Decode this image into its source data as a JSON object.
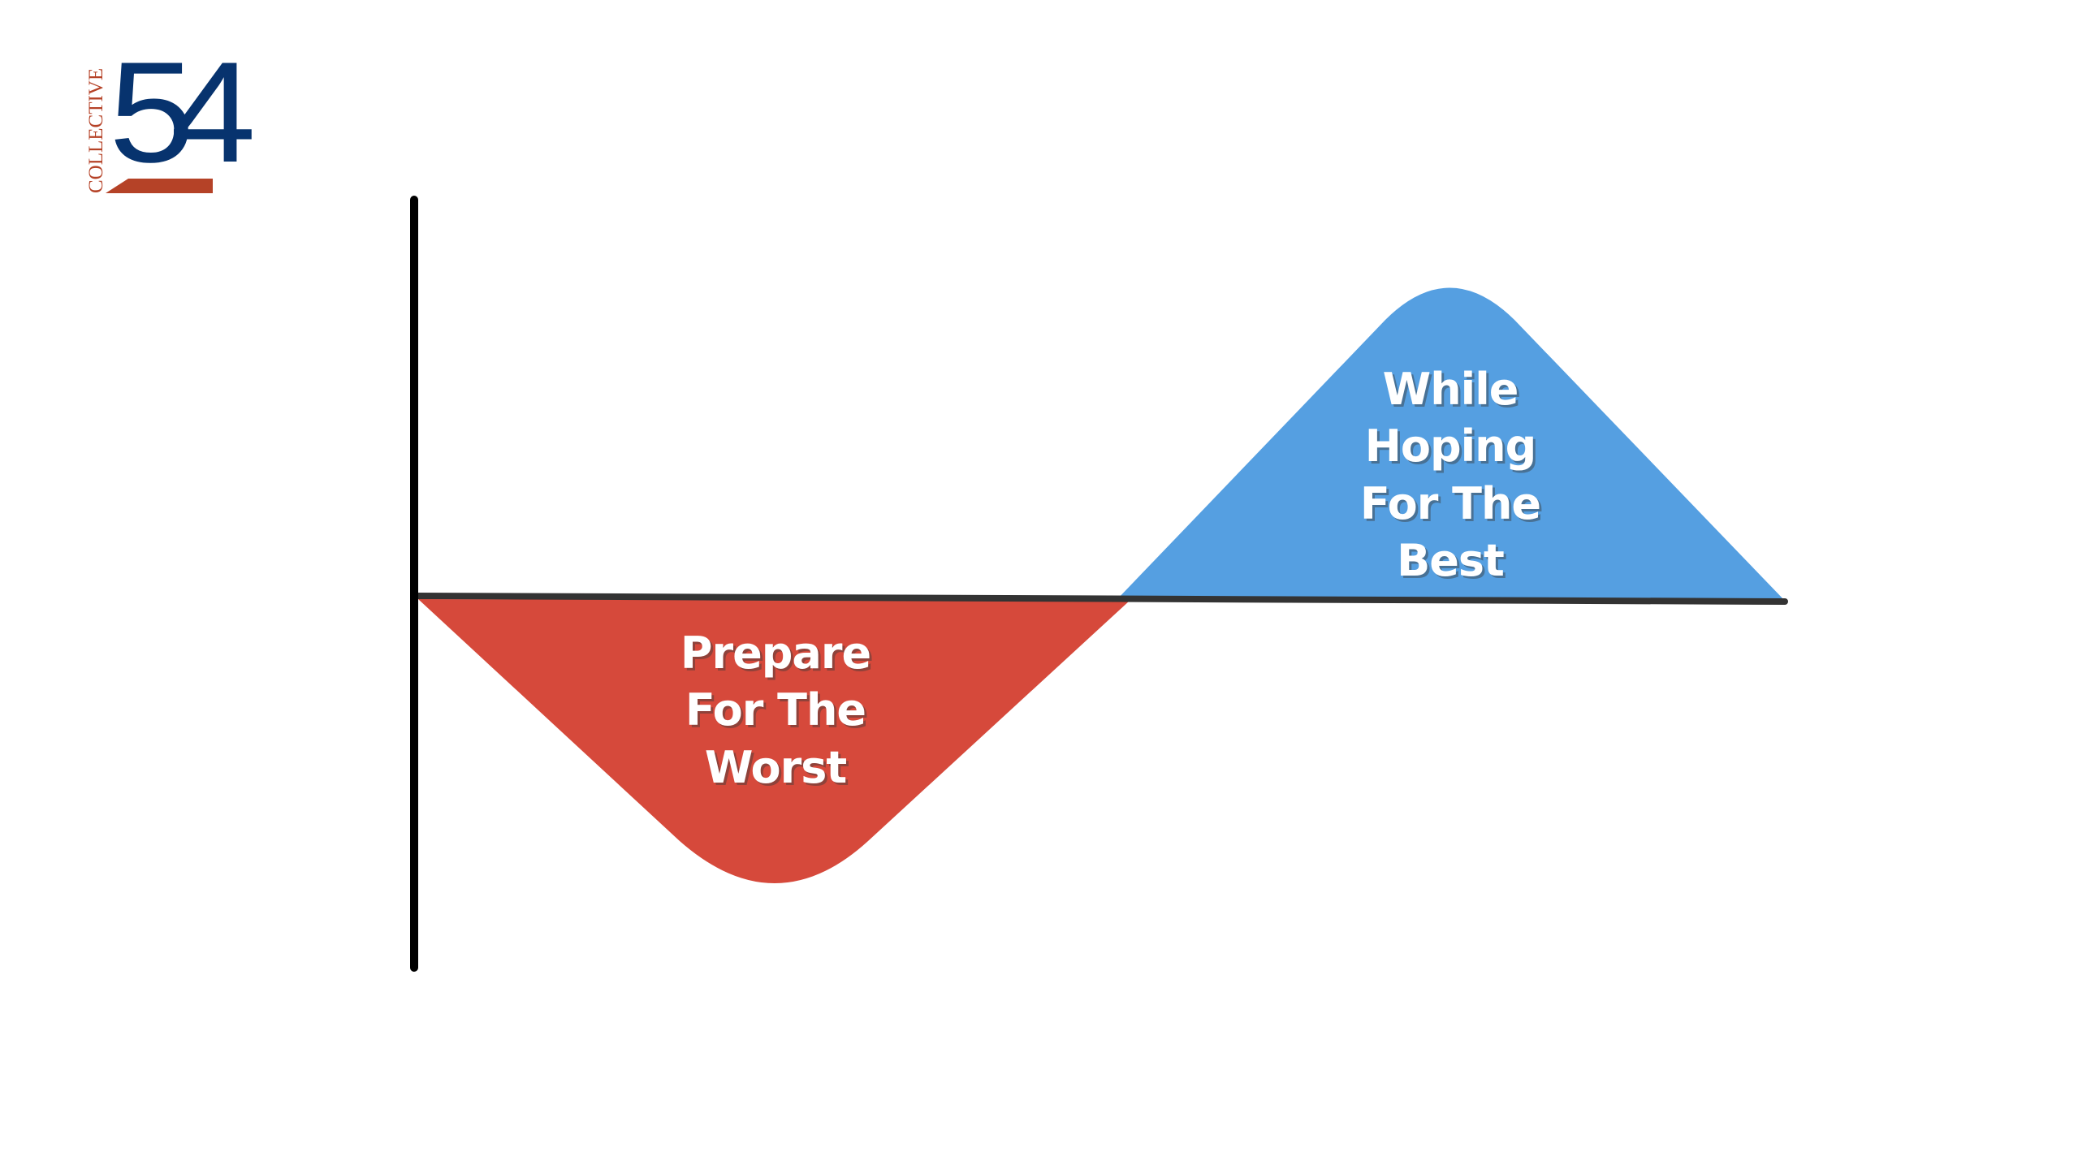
{
  "logo": {
    "word": "COLLECTIVE",
    "number": "54",
    "colors": {
      "blue": "#07336e",
      "red": "#b54227"
    }
  },
  "diagram": {
    "worst_label": [
      "Prepare",
      "For The",
      "Worst"
    ],
    "best_label": [
      "While",
      "Hoping",
      "For The",
      "Best"
    ],
    "colors": {
      "worst": "#d6493b",
      "best": "#559fe1",
      "axis": "#000000",
      "baseline": "#333333"
    }
  }
}
